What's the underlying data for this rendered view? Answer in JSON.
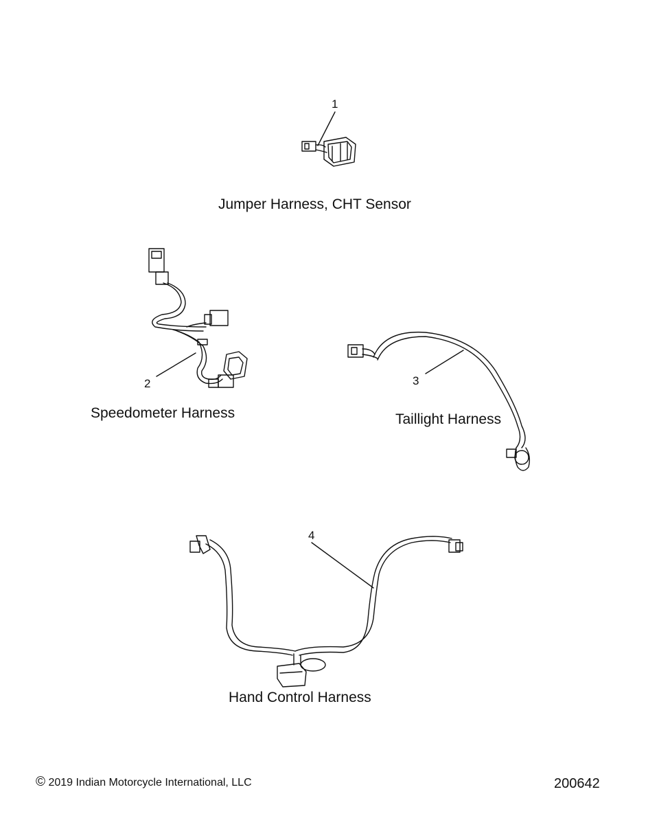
{
  "parts": [
    {
      "callout": "1",
      "name": "Jumper Harness, CHT Sensor"
    },
    {
      "callout": "2",
      "name": "Speedometer Harness"
    },
    {
      "callout": "3",
      "name": "Taillight Harness"
    },
    {
      "callout": "4",
      "name": "Hand Control Harness"
    }
  ],
  "footer": {
    "copyright_symbol": "©",
    "copyright": "2019 Indian Motorcycle International, LLC",
    "figure_number": "200642"
  }
}
